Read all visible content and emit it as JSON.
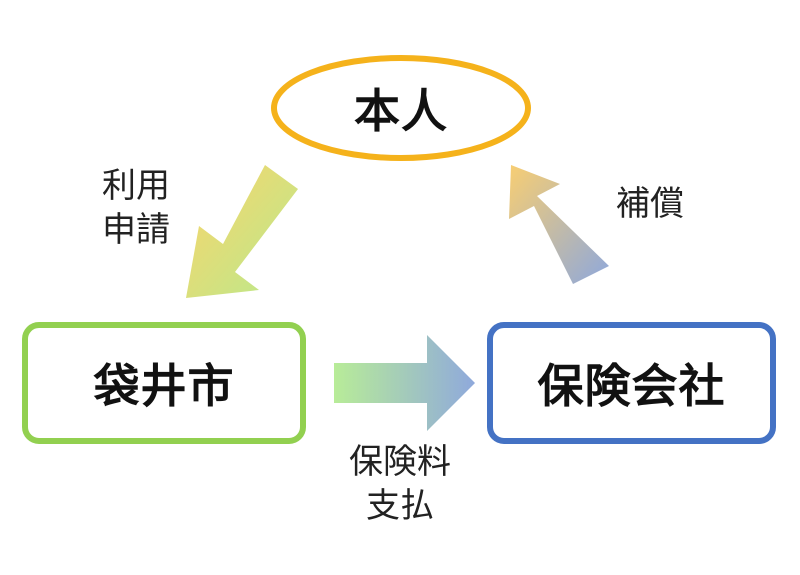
{
  "nodes": {
    "person": {
      "label": "本人",
      "color": "#f5b21b"
    },
    "city": {
      "label": "袋井市",
      "color": "#92d050"
    },
    "insurer": {
      "label": "保険会社",
      "color": "#4472c4"
    }
  },
  "edges": {
    "apply": {
      "line1": "利用",
      "line2": "申請"
    },
    "premium": {
      "line1": "保険料",
      "line2": "支払"
    },
    "compensation": {
      "line1": "補償"
    }
  }
}
